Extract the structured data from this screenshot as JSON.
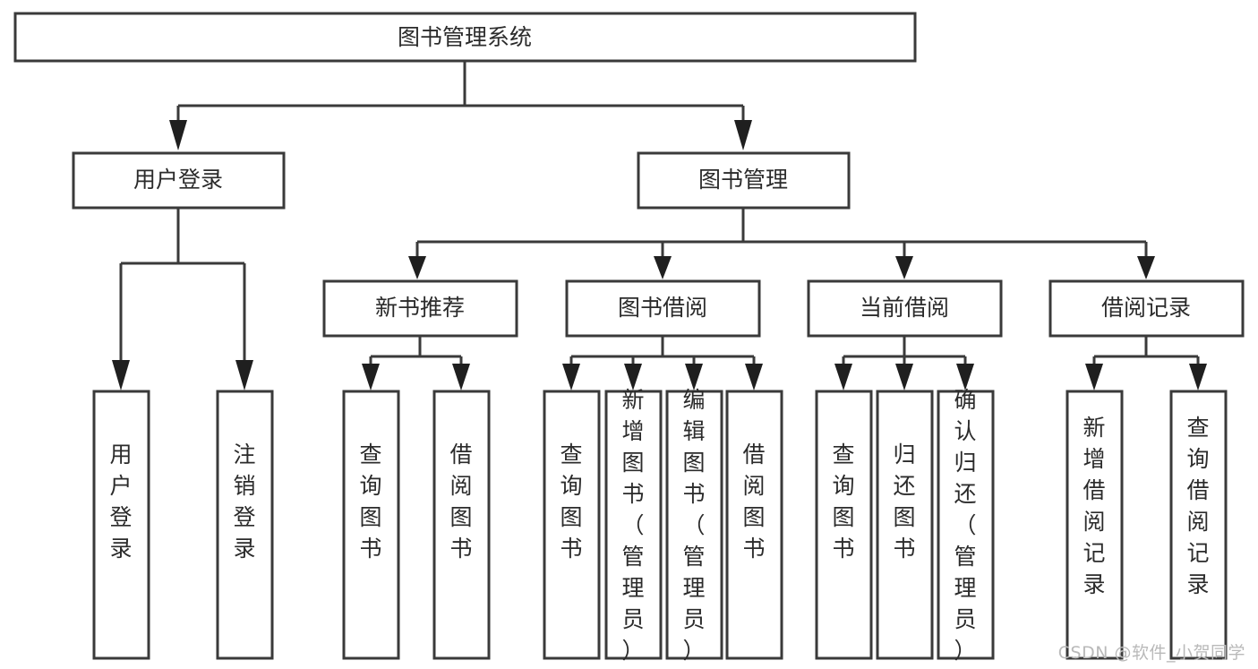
{
  "diagram": {
    "title": "图书管理系统",
    "watermark": "CSDN @软件_小贺同学",
    "orientation": "top-down-tree",
    "edge_color": "#3a3a3a",
    "box_fill": "#ffffff",
    "text_color": "#2b2b2b",
    "watermark_color": "#b9b9b9",
    "nodes": {
      "root": {
        "label": "图书管理系统"
      },
      "level2": [
        {
          "label": "用户登录"
        },
        {
          "label": "图书管理"
        }
      ],
      "level3": [
        {
          "label": "新书推荐"
        },
        {
          "label": "图书借阅"
        },
        {
          "label": "当前借阅"
        },
        {
          "label": "借阅记录"
        }
      ],
      "leaves_user_login": [
        {
          "label": "用户登录"
        },
        {
          "label": "注销登录"
        }
      ],
      "leaves_new_book": [
        {
          "label": "查询图书"
        },
        {
          "label": "借阅图书"
        }
      ],
      "leaves_borrow": [
        {
          "label": "查询图书"
        },
        {
          "label": "新增图书（管理员）"
        },
        {
          "label": "编辑图书（管理员）"
        },
        {
          "label": "借阅图书"
        }
      ],
      "leaves_current": [
        {
          "label": "查询图书"
        },
        {
          "label": "归还图书"
        },
        {
          "label": "确认归还（管理员）"
        }
      ],
      "leaves_records": [
        {
          "label": "新增借阅记录"
        },
        {
          "label": "查询借阅记录"
        }
      ]
    }
  }
}
